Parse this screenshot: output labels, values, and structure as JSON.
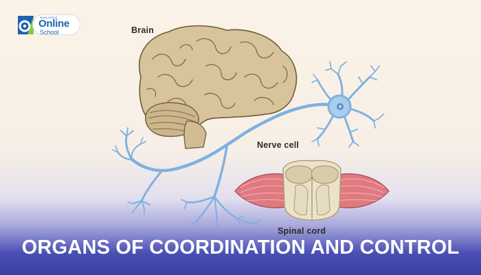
{
  "logo": {
    "small_text": "www.school",
    "brand_main": "Online",
    "brand_sub": "School"
  },
  "diagram": {
    "labels": {
      "brain": "Brain",
      "nerve_cell": "Nerve cell",
      "spinal_cord": "Spinal cord"
    }
  },
  "banner": {
    "title": "ORGANS OF COORDINATION AND CONTROL"
  },
  "colors": {
    "banner_blue": "#3b3fa6",
    "brain_fill": "#d8c49a",
    "nerve_blue": "#7fb1df",
    "muscle_red": "#e07a80",
    "logo_blue": "#1d63b3",
    "logo_green": "#8cc63f"
  }
}
